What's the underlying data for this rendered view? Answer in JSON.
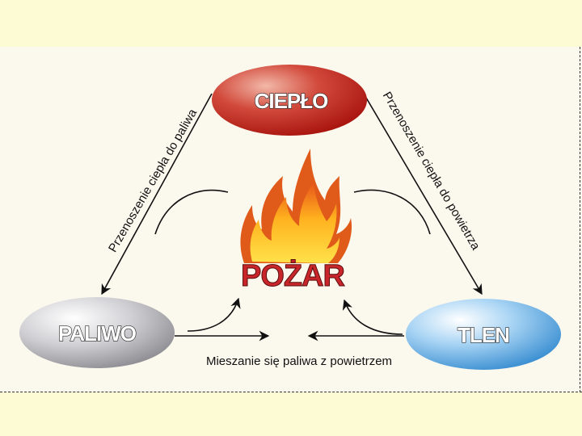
{
  "nodes": {
    "heat": {
      "label": "CIEPŁO"
    },
    "fuel": {
      "label": "PALIWO"
    },
    "oxygen": {
      "label": "TLEN"
    }
  },
  "center": {
    "label": "POŻAR"
  },
  "edges": {
    "heat_to_fuel": "Przenoszenie ciepła do paliwa",
    "heat_to_air": "Przenoszenie ciepła do powietrza",
    "mixing": "Mieszanie się paliwa z powietrzem"
  },
  "colors": {
    "heat": "#c42a22",
    "fuel": "#b8b8bc",
    "oxygen": "#5aa9e0",
    "fire_red": "#c8262a",
    "background": "#fdfbd3",
    "panel": "#fbf8ee"
  }
}
